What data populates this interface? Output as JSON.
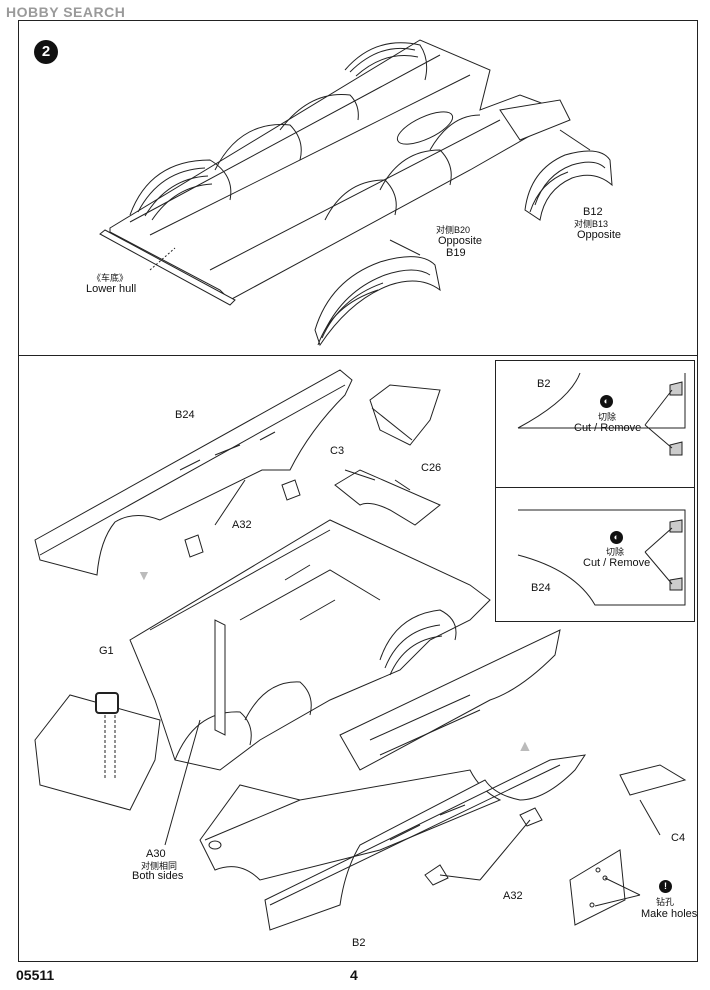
{
  "watermark": "HOBBY SEARCH",
  "step_number": "2",
  "labels": {
    "b20": "对侧B20",
    "opposite_1": "Opposite",
    "b19": "B19",
    "lower_hull_cn": "《车底》",
    "lower_hull": "Lower hull",
    "b12": "B12",
    "b13": "对侧B13",
    "opposite_2": "Opposite",
    "b24": "B24",
    "c3": "C3",
    "c26": "C26",
    "a32_top": "A32",
    "g1": "G1",
    "a30": "A30",
    "both_sides_cn": "对侧相同",
    "both_sides": "Both sides",
    "b2": "B2",
    "a32_bottom": "A32",
    "c4": "C4",
    "make_holes_cn": "钻孔",
    "make_holes": "Make holes",
    "inset_b2": "B2",
    "cut_cn_1": "切除",
    "cut_1": "Cut / Remove",
    "inset_b24": "B24",
    "cut_cn_2": "切除",
    "cut_2": "Cut / Remove"
  },
  "footer": {
    "catalog_number": "05511",
    "page_number": "4"
  },
  "icons": [
    "cut-symbol-icon",
    "drill-symbol-icon",
    "down-arrow-icon",
    "up-arrow-icon"
  ]
}
